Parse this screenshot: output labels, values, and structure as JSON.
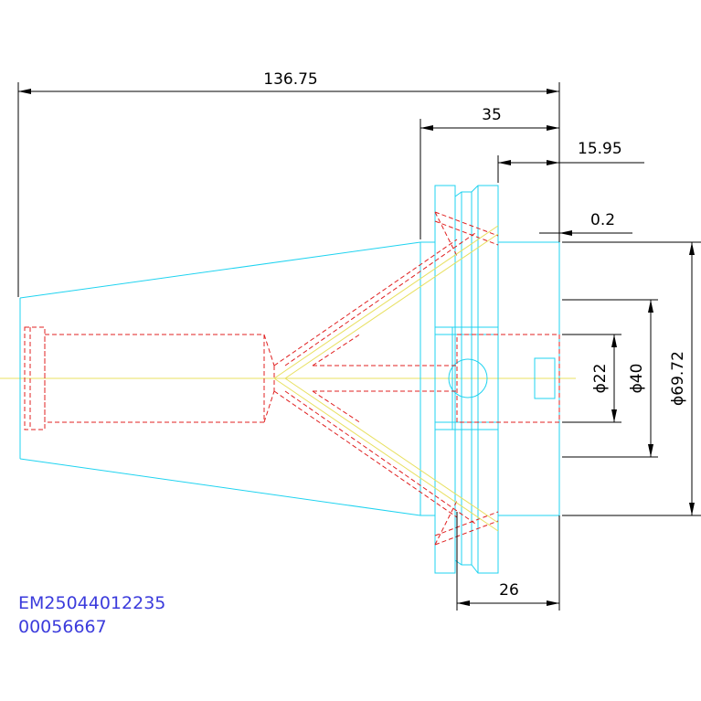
{
  "dimensions": {
    "overall_length": "136.75",
    "flange_width": "35",
    "flange_offset": "15.95",
    "gap": "0.2",
    "face_width": "26",
    "bore_diameter": "ϕ22",
    "hub_diameter": "ϕ40",
    "flange_diameter": "ϕ69.72"
  },
  "part_codes": {
    "line1": "EM25044012235",
    "line2": "00056667"
  },
  "colors": {
    "outline": "#1fd3f0",
    "hidden": "#e02020",
    "centerline": "#e8e060",
    "dimension": "#000000",
    "code_text": "#3b3bdc"
  }
}
